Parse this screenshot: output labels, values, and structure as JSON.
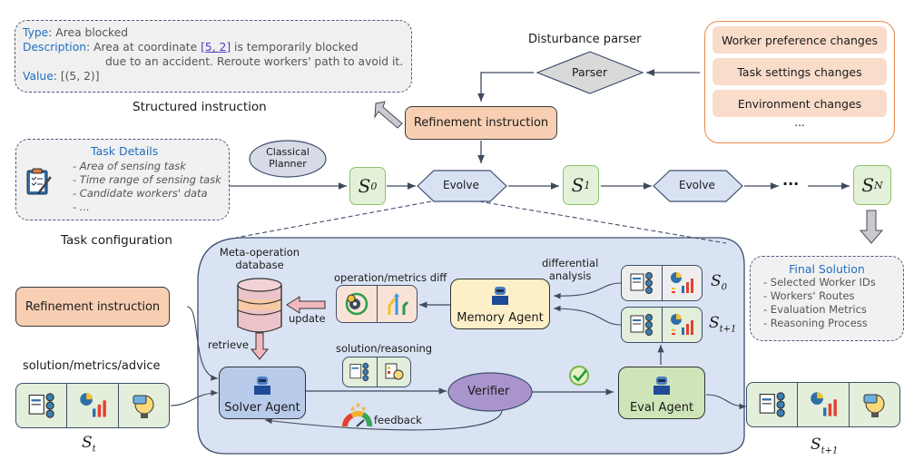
{
  "structured_instruction": {
    "type_key": "Type",
    "type_value": ": Area blocked",
    "desc_key": "Description",
    "desc_pre": ": Area at coordinate ",
    "desc_link": "[5, 2]",
    "desc_post": " is temporarily blocked",
    "desc_line2": "due to an accident. Reroute workers' path to avoid it.",
    "value_key": "Value",
    "value_value": ": [(5, 2)]",
    "caption": "Structured instruction"
  },
  "disturbance": {
    "title": "Disturbance parser",
    "parser_label": "Parser",
    "changes": [
      "Worker preference changes",
      "Task settings changes",
      "Environment changes"
    ],
    "ellipsis": "..."
  },
  "refinement_top": {
    "label": "Refinement instruction"
  },
  "task_config": {
    "title": "Task Details",
    "items": [
      "- Area of sensing task",
      "- Time range of sensing task",
      "- Candidate workers' data",
      "- ..."
    ],
    "caption": "Task configuration",
    "clipboard_icon": "clipboard-checklist-icon"
  },
  "planner": {
    "label_line1": "Classical",
    "label_line2": "Planner"
  },
  "chain": {
    "s0": {
      "base": "S",
      "sub": "0"
    },
    "evolve1": "Evolve",
    "s1": {
      "base": "S",
      "sub": "1"
    },
    "evolve2": "Evolve",
    "ellipsis": "···",
    "sn": {
      "base": "S",
      "sub": "N"
    }
  },
  "final_solution": {
    "title": "Final Solution",
    "items": [
      "- Selected Worker IDs",
      "- Workers' Routes",
      "- Evaluation Metrics",
      "- Reasoning Process"
    ]
  },
  "evolve_detail": {
    "meta_db_line1": "Meta-operation",
    "meta_db_line2": "database",
    "op_diff_label": "operation/metrics diff",
    "update_label": "update",
    "retrieve_label": "retrieve",
    "diff_analysis_line1": "differential",
    "diff_analysis_line2": "analysis",
    "memory_agent": "Memory Agent",
    "solver_agent": "Solver Agent",
    "eval_agent": "Eval Agent",
    "verifier": "Verifier",
    "solution_reasoning": "solution/reasoning",
    "feedback": "feedback",
    "s0_label": {
      "base": "S",
      "sub": "0"
    },
    "st1_label": {
      "base": "S",
      "sub": "t+1"
    }
  },
  "left_inputs": {
    "refinement_label": "Refinement instruction",
    "smaa_label": "solution/metrics/advice",
    "st_label": {
      "base": "S",
      "sub": "t"
    }
  },
  "output": {
    "st1_label": {
      "base": "S",
      "sub": "t+1"
    }
  },
  "colors": {
    "peach": "#f8cfb3",
    "state_green": "#e4f1d9",
    "evolve_blue": "#d8e2f3",
    "panel_blue": "#d9e3f3",
    "verifier_purple": "#a995cc",
    "memory_yellow": "#fdf0c8",
    "solver_blue": "#b9cbea",
    "eval_green": "#cfe4b8",
    "orange_border": "#e88a4a",
    "link_blue": "#1f6fbf"
  }
}
